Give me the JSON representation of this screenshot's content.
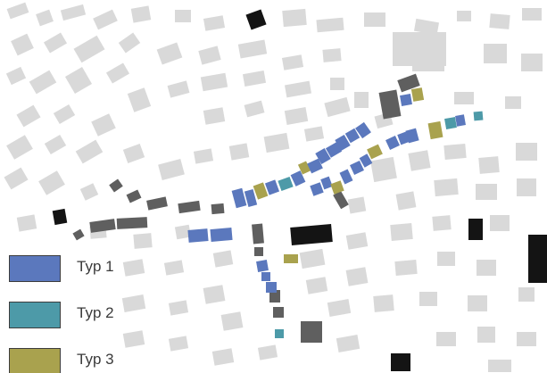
{
  "map": {
    "colors": {
      "background": "#ffffff",
      "building": "#d9d9d9",
      "building_dark": "#5f5f5f",
      "building_black": "#141414",
      "typ1": "#5b78bd",
      "typ2": "#4d9aa8",
      "typ3": "#a9a24e"
    }
  },
  "legend": [
    {
      "label": "Typ 1",
      "color": "#5b78bd"
    },
    {
      "label": "Typ 2",
      "color": "#4d9aa8"
    },
    {
      "label": "Typ 3",
      "color": "#a9a24e"
    }
  ]
}
